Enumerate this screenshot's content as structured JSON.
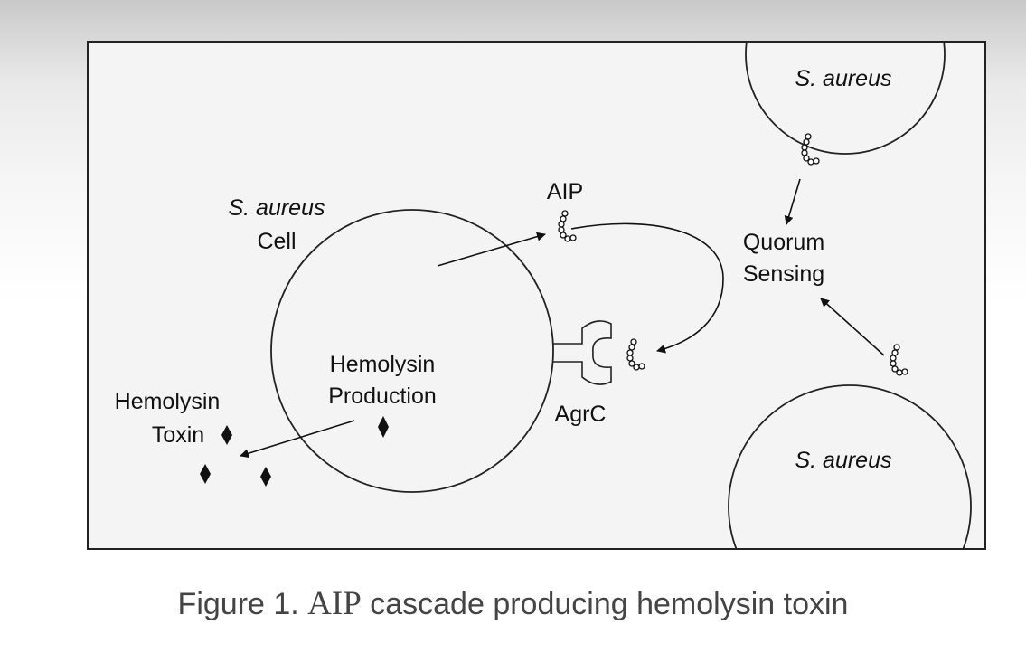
{
  "labels": {
    "main_cell_species": "S. aureus",
    "main_cell_word": "Cell",
    "production_line1": "Hemolysin",
    "production_line2": "Production",
    "toxin_line1": "Hemolysin",
    "toxin_line2": "Toxin",
    "aip": "AIP",
    "agrc": "AgrC",
    "quorum_line1": "Quorum",
    "quorum_line2": "Sensing",
    "top_cell": "S. aureus",
    "bottom_cell": "S. aureus"
  },
  "caption": {
    "prefix": "Figure 1. ",
    "abbr": "AIP",
    "rest": " cascade producing hemolysin toxin"
  }
}
